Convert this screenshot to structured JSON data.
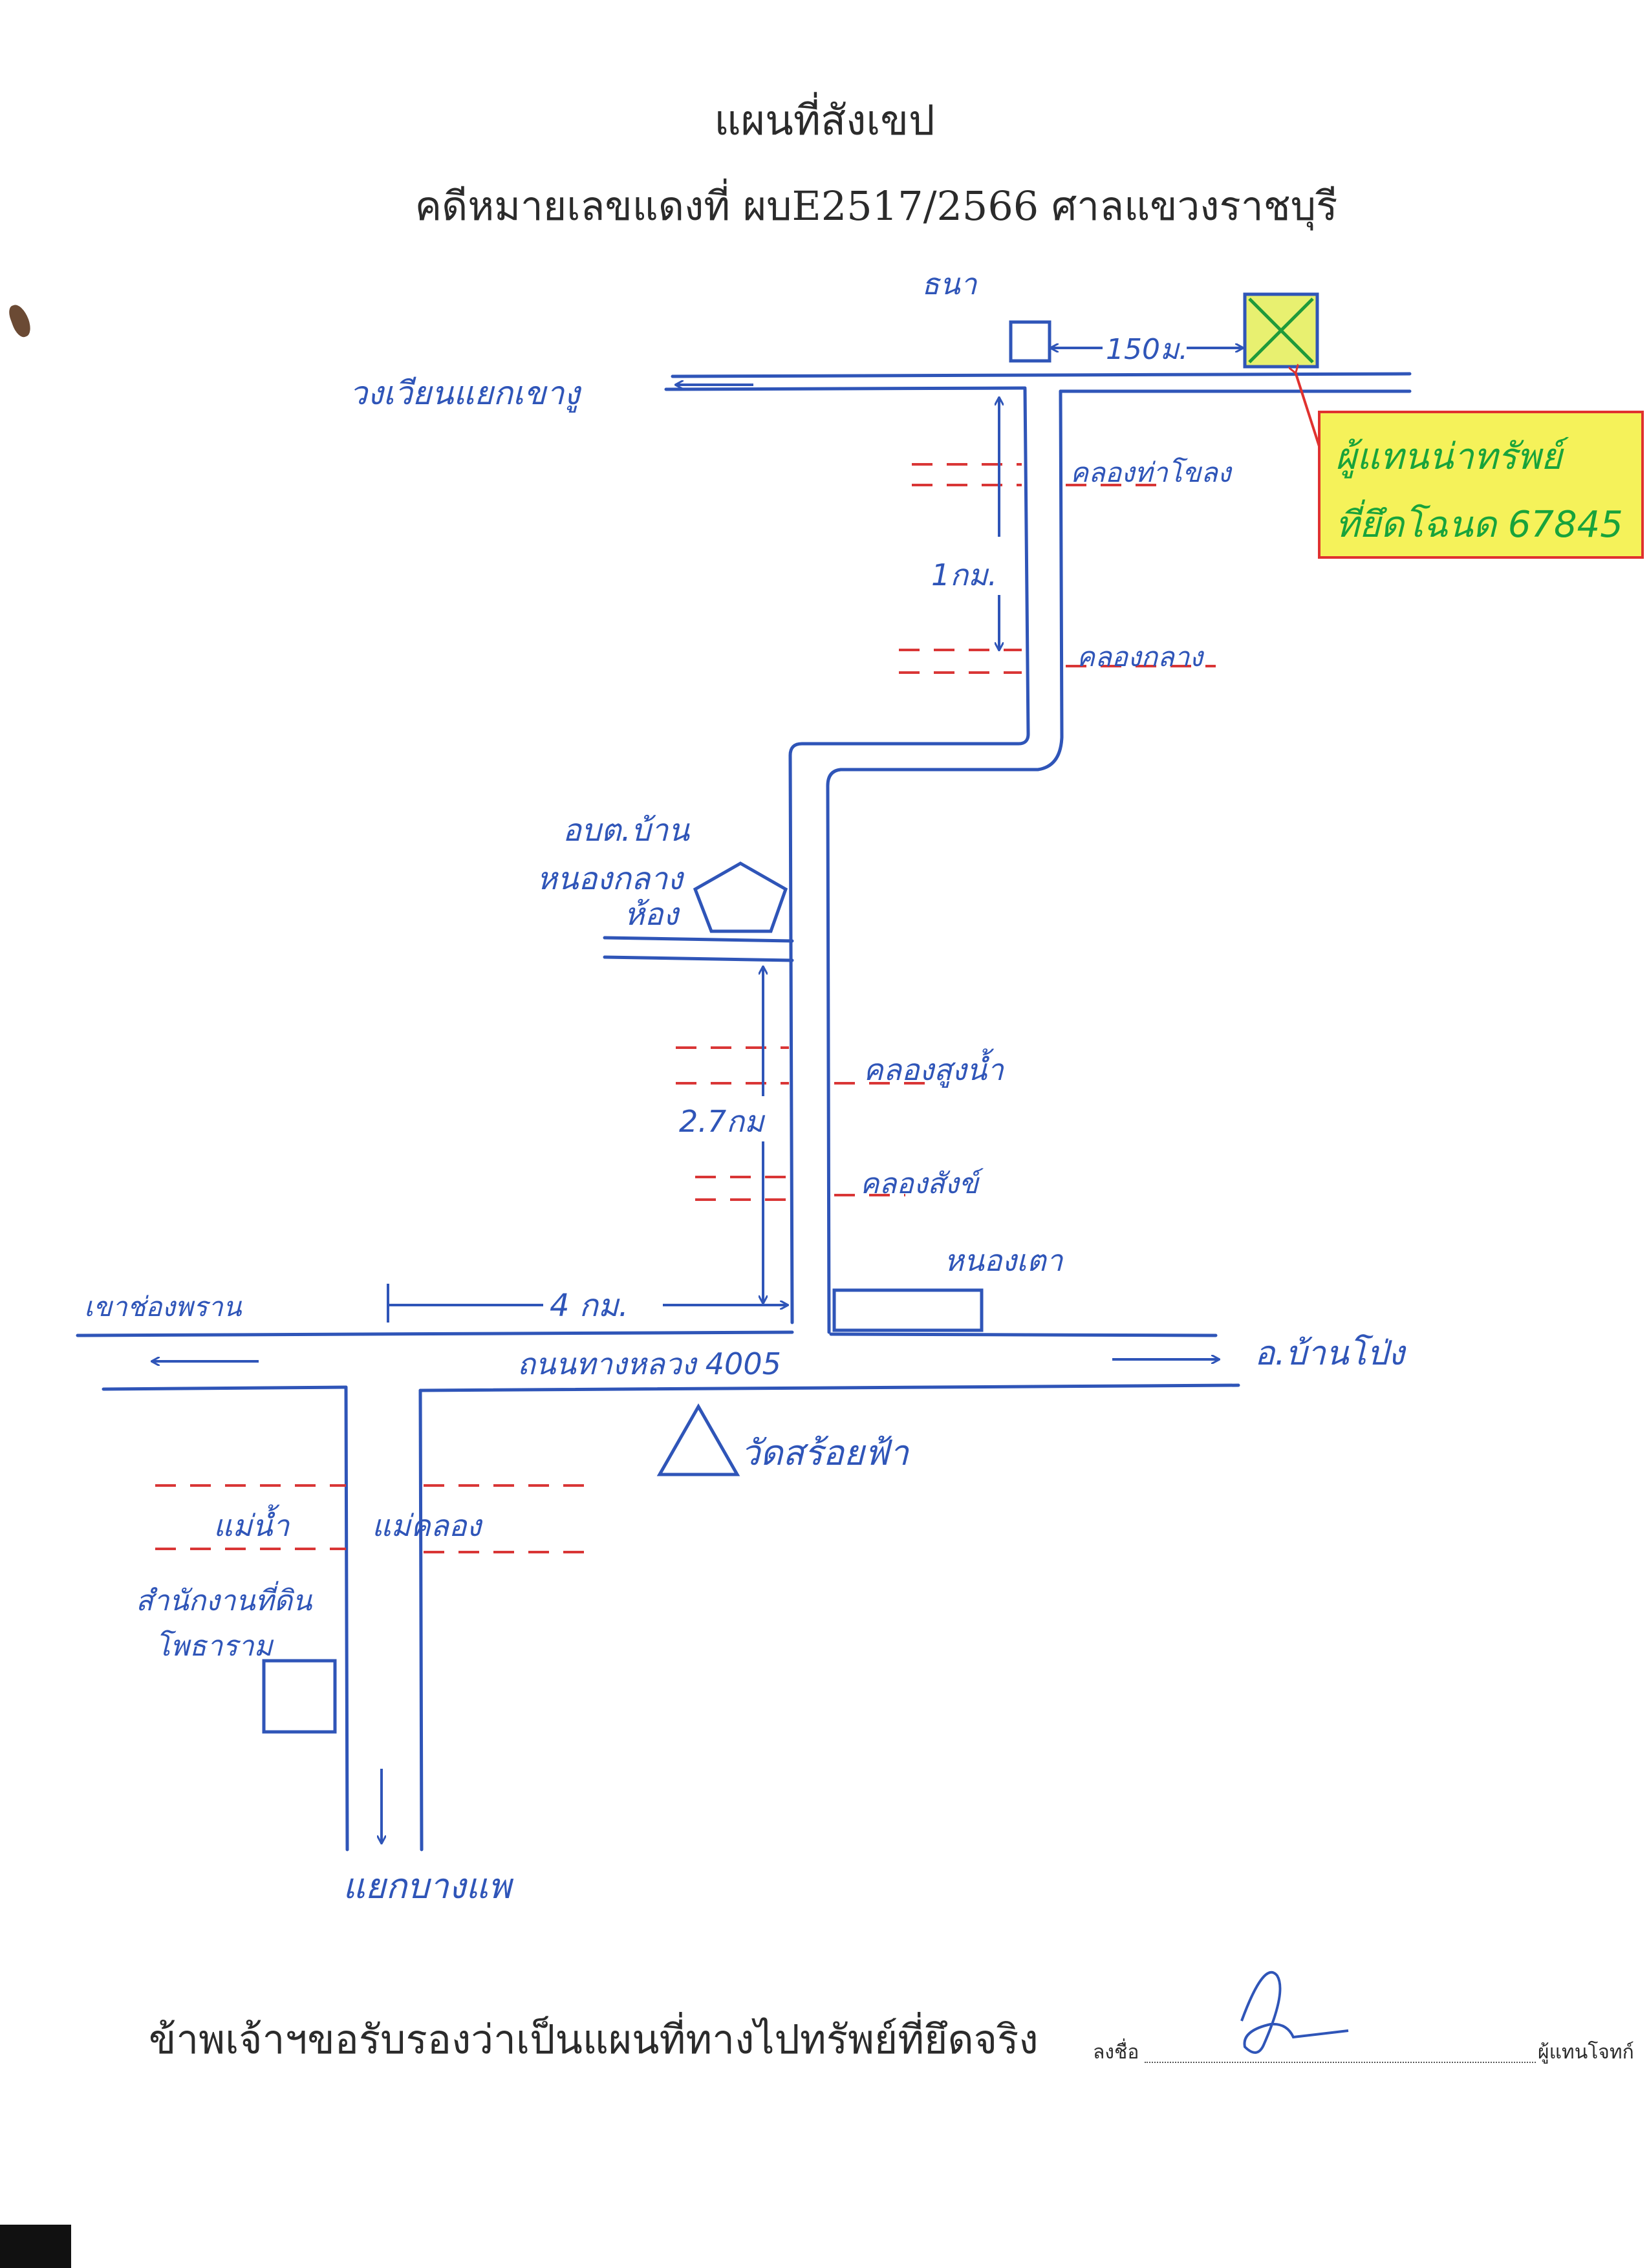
{
  "header": {
    "title": "แผนที่สังเขป",
    "subtitle": "คดีหมายเลขแดงที่ ผบE2517/2566 ศาลแขวงราชบุรี"
  },
  "map": {
    "top_road_label": "วงเวียนแยกเขางู",
    "shop_label": "ธนา",
    "distance_top": "150ม.",
    "property_callout": {
      "line1": "ผู้แทนน่าทรัพย์",
      "line2": "ที่ยึดโฉนด 67845"
    },
    "canal_1": "คลองท่าโขลง",
    "distance_1": "1กม.",
    "canal_2": "คลองกลาง",
    "tambon_office_line1": "อบต.บ้าน",
    "tambon_office_line2": "หนองกลาง",
    "tambon_office_line3": "ห้อง",
    "canal_3": "คลองสูงน้ำ",
    "distance_2": "2.7กม",
    "canal_4": "คลองสังข์",
    "nong_kao": "หนองเตา",
    "left_direction": "เขาช่องพราน",
    "distance_3": "4 กม.",
    "highway": "ถนนทางหลวง 4005",
    "right_direction": "อ.บ้านโป่ง",
    "temple": "วัดสร้อยฟ้า",
    "canal_5": "แม่น้ำ",
    "canal_6": "แม่คลอง",
    "market_line1": "สำนักงานที่ดิน",
    "market_line2": "โพธาราม",
    "bottom_direction": "แยกบางแพ",
    "colors": {
      "road_ink": "#2f55b8",
      "canal_red": "#d93636",
      "callout_fill": "#f5f25a",
      "callout_border": "#e0322f",
      "callout_text": "#18a33b",
      "parcel_fill": "#e8f070",
      "parcel_cross": "#1f9a3a"
    }
  },
  "footer": {
    "certification": "ข้าพเจ้าฯขอรับรองว่าเป็นแผนที่ทางไปทรัพย์ที่ยึดจริง",
    "sign_label": "ลงชื่อ",
    "role": "ผู้แทนโจทก์"
  }
}
